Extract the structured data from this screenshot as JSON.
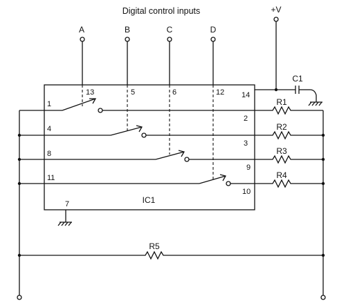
{
  "title": "Digital control inputs",
  "supply": "+V",
  "ic": {
    "name": "IC1",
    "pins": {
      "p1": "1",
      "p2": "2",
      "p3": "3",
      "p4": "4",
      "p5": "5",
      "p6": "6",
      "p7": "7",
      "p8": "8",
      "p9": "9",
      "p10": "10",
      "p11": "11",
      "p12": "12",
      "p13": "13",
      "p14": "14"
    }
  },
  "inputs": {
    "a": "A",
    "b": "B",
    "c": "C",
    "d": "D"
  },
  "components": {
    "c1": "C1",
    "r1": "R1",
    "r2": "R2",
    "r3": "R3",
    "r4": "R4",
    "r5": "R5"
  }
}
